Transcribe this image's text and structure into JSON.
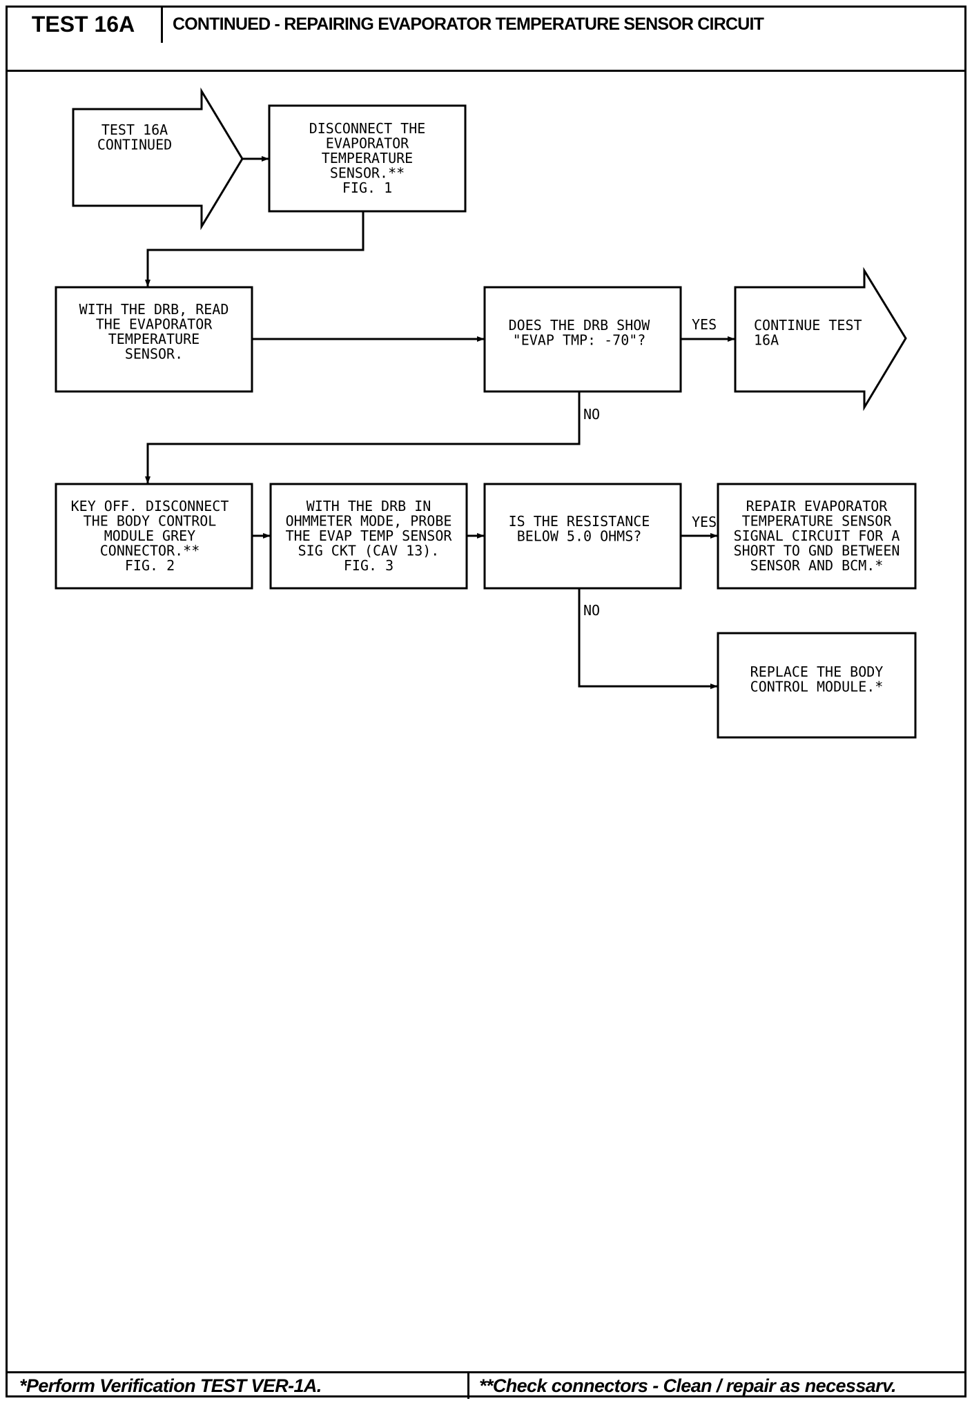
{
  "header": {
    "test_label": "TEST 16A",
    "title": "CONTINUED - REPAIRING EVAPORATOR TEMPERATURE SENSOR CIRCUIT"
  },
  "footer": {
    "left_note": "*Perform Verification TEST VER-1A.",
    "right_note": "**Check connectors - Clean / repair as necessarv."
  },
  "flowchart": {
    "nodes": [
      {
        "id": "start",
        "kind": "arrow",
        "lines": [
          "TEST 16A",
          "CONTINUED"
        ]
      },
      {
        "id": "disconnect-sensor",
        "kind": "box",
        "lines": [
          "DISCONNECT THE",
          "EVAPORATOR",
          "TEMPERATURE",
          "SENSOR.**",
          "FIG. 1"
        ]
      },
      {
        "id": "read-sensor",
        "kind": "box",
        "lines": [
          "WITH THE DRB, READ",
          "THE EVAPORATOR",
          "TEMPERATURE",
          "SENSOR."
        ]
      },
      {
        "id": "drb-show",
        "kind": "box",
        "lines": [
          "DOES THE DRB SHOW",
          "\"EVAP TMP: -70\"?"
        ]
      },
      {
        "id": "continue-test",
        "kind": "arrow",
        "lines": [
          "CONTINUE TEST",
          "16A"
        ]
      },
      {
        "id": "key-off",
        "kind": "box",
        "lines": [
          "KEY OFF. DISCONNECT",
          "THE BODY CONTROL",
          "MODULE GREY",
          "CONNECTOR.**",
          "FIG. 2"
        ]
      },
      {
        "id": "ohmmeter",
        "kind": "box",
        "lines": [
          "WITH THE DRB IN",
          "OHMMETER MODE, PROBE",
          "THE EVAP TEMP SENSOR",
          "SIG CKT (CAV 13).",
          "FIG. 3"
        ]
      },
      {
        "id": "resistance",
        "kind": "box",
        "lines": [
          "IS THE RESISTANCE",
          "BELOW 5.0 OHMS?"
        ]
      },
      {
        "id": "repair-short",
        "kind": "box",
        "lines": [
          "REPAIR EVAPORATOR",
          "TEMPERATURE SENSOR",
          "SIGNAL CIRCUIT FOR A",
          "SHORT TO GND BETWEEN",
          "SENSOR AND BCM.*"
        ]
      },
      {
        "id": "replace-bcm",
        "kind": "box",
        "lines": [
          "REPLACE THE BODY",
          "CONTROL MODULE.*"
        ]
      }
    ],
    "edge_labels": {
      "yes_1": "YES",
      "no_1": "NO",
      "yes_2": "YES",
      "no_2": "NO"
    }
  }
}
